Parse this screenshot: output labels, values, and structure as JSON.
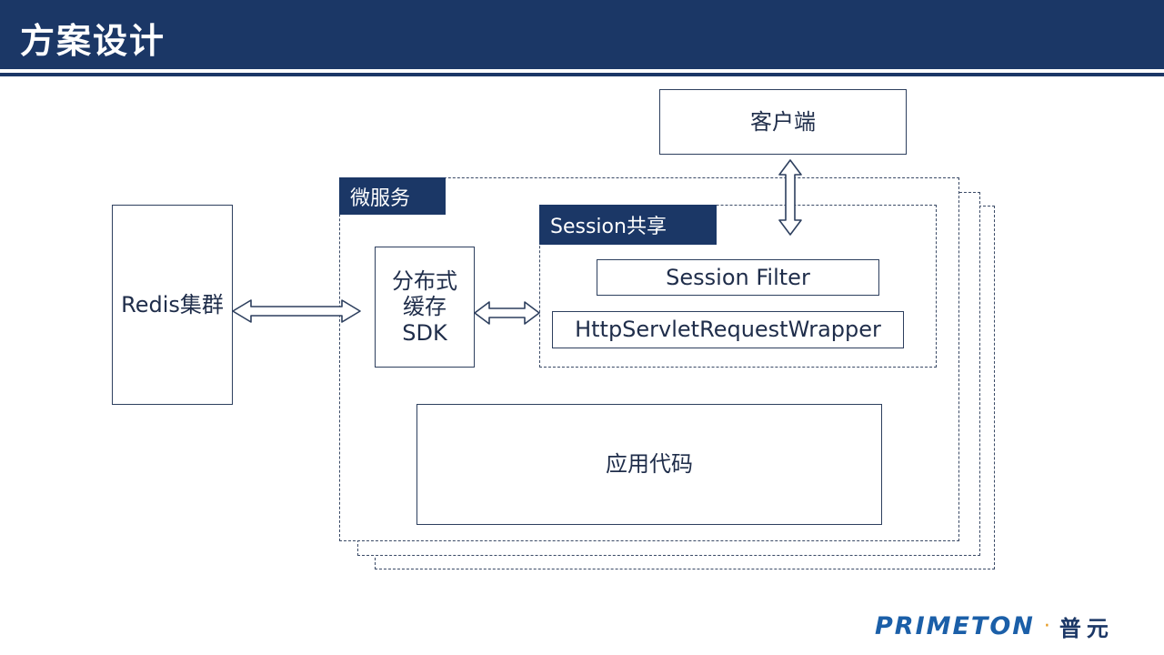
{
  "header": {
    "title": "方案设计"
  },
  "diagram": {
    "client": "客户端",
    "redis": "Redis集群",
    "microservice_tag": "微服务",
    "sdk_lines": [
      "分布式",
      "缓存",
      "SDK"
    ],
    "session_tag": "Session共享",
    "session_filter": "Session Filter",
    "request_wrapper": "HttpServletRequestWrapper",
    "app_code": "应用代码"
  },
  "logo": {
    "en": "PRIMETON",
    "dot": "·",
    "cn": "普元"
  },
  "colors": {
    "header": "#1b3766",
    "logo_blue": "#1b5fa8",
    "logo_orange": "#e69a22"
  }
}
